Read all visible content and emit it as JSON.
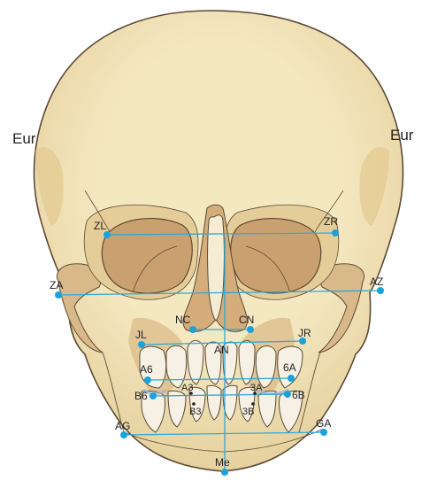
{
  "colors": {
    "bone": "#f3e7bf",
    "bone_outline": "#5d4a35",
    "shade": "#c79c6a",
    "shade_dark": "#a97a4b",
    "socket": "#cfa77a",
    "tooth": "#f6f1e4",
    "tooth_shadow": "#b7c9dc",
    "landmark": "#1aa3d9",
    "line": "#2fa8d8"
  },
  "labels": {
    "eur_left": "Eur",
    "eur_right": "Eur",
    "zl": "ZL",
    "zr": "ZR",
    "za": "ZA",
    "az": "AZ",
    "nc": "NC",
    "cn": "CN",
    "jl": "JL",
    "jr": "JR",
    "an": "AN",
    "a6": "A6",
    "six_a": "6A",
    "a3": "A3",
    "three_a": "3A",
    "b6": "B6",
    "six_b": "6B",
    "b3": "B3",
    "three_b": "3B",
    "ag": "AG",
    "ga": "GA",
    "me": "Me"
  }
}
